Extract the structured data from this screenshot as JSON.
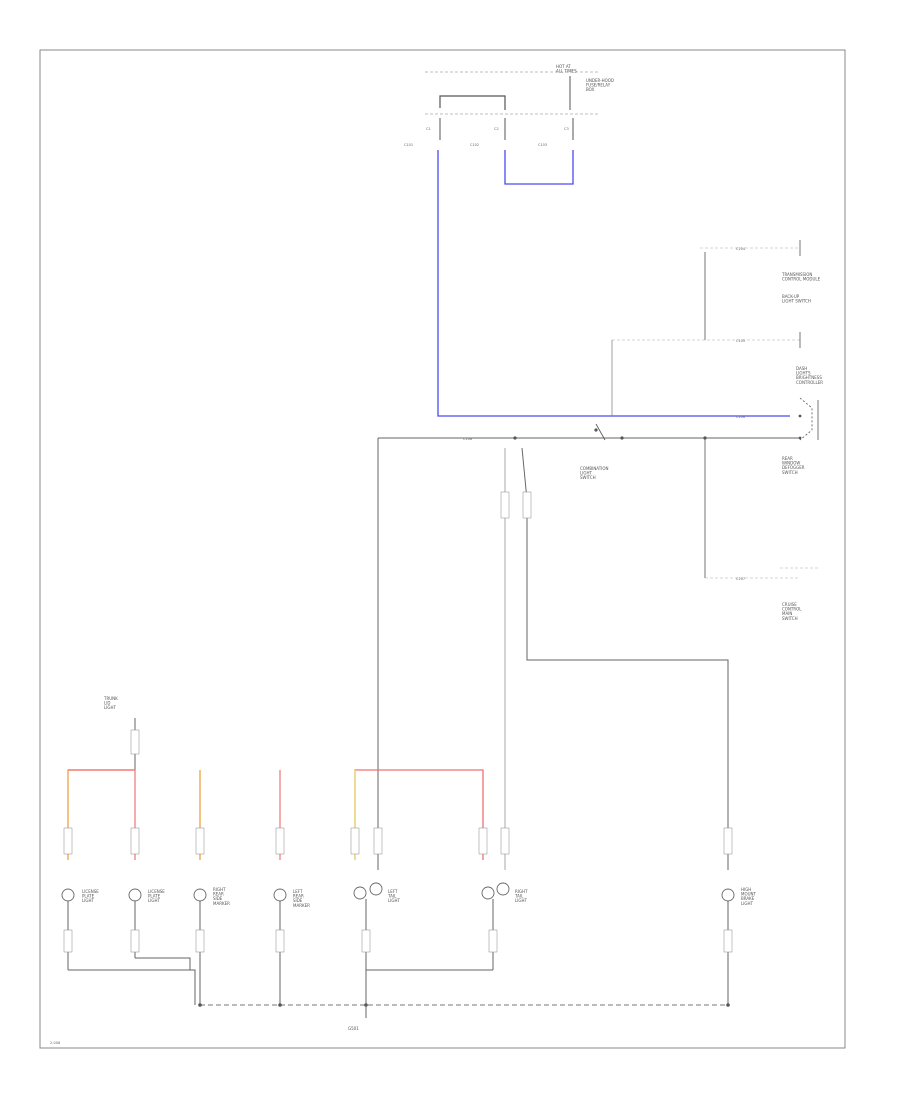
{
  "diagram": {
    "page_id": "2-006",
    "colors": {
      "wire": "#555555",
      "light_wire": "#aaaaaa",
      "blue": "#4a4af0",
      "red": "#f07070",
      "orange": "#f0a040",
      "pink": "#f08080",
      "yellow": "#e8e070"
    },
    "header_labels": {
      "hot": "HOT AT\nALL TIMES",
      "fuse": "UNDER-HOOD\nFUSE/RELAY\nBOX",
      "c1": "C1",
      "c2": "C2",
      "c3": "C3"
    },
    "connector_labels": [
      "C101",
      "C102",
      "C103",
      "C104",
      "C105",
      "C106",
      "C107",
      "C108"
    ],
    "right_side_labels": [
      "TRANSMISSION\nCONTROL MODULE",
      "BACK-UP\nLIGHT SWITCH",
      "DASH\nLIGHTS\nBRIGHTNESS\nCONTROLLER",
      "REAR\nWINDOW\nDEFOGGER\nSWITCH",
      "CRUISE\nCONTROL\nMAIN\nSWITCH"
    ],
    "mid_label": "COMBINATION\nLIGHT\nSWITCH",
    "bulb_labels": [
      "LICENSE\nPLATE\nLIGHT",
      "LICENSE\nPLATE\nLIGHT",
      "RIGHT\nREAR\nSIDE\nMARKER",
      "LEFT\nREAR\nSIDE\nMARKER",
      "LEFT\nTAIL\nLIGHT",
      "RIGHT\nTAIL\nLIGHT",
      "HIGH\nMOUNT\nBRAKE\nLIGHT"
    ],
    "top_left_label": "TRUNK\nLID\nLIGHT",
    "ground_label": "G501",
    "footer_label": "2-006"
  }
}
